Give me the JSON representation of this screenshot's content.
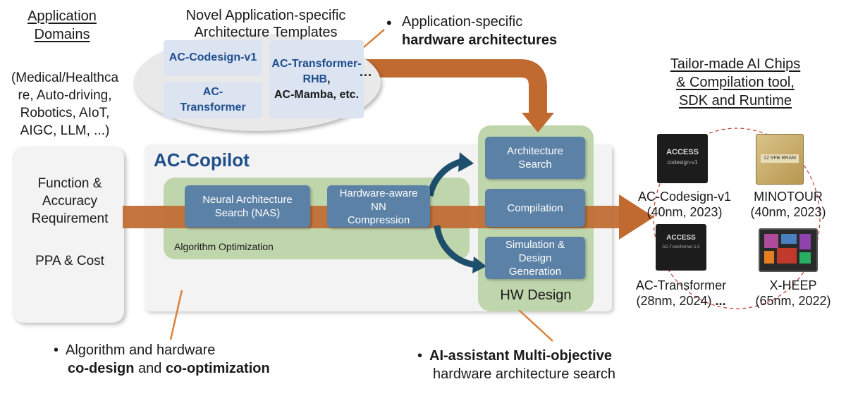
{
  "domains": {
    "title_line1": "Application",
    "title_line2": "Domains",
    "list_lines": [
      "(Medical/Healthca",
      "re, Auto-driving,",
      "Robotics, AIoT,",
      "AIGC, LLM, ...)"
    ]
  },
  "templates": {
    "title_line1": "Novel Application-specific",
    "title_line2": "Architecture Templates",
    "codesign": "AC-Codesign-v1",
    "transformer_line1": "AC-",
    "transformer_line2": "Transformer",
    "rhb_line1": "AC-Transformer-",
    "rhb_line2": "RHB",
    "rhb_comma": ",",
    "mamba": "AC-Mamba, etc.",
    "ellipsis": "..."
  },
  "hw_arch_note": {
    "line1": "Application-specific",
    "line2": "hardware architectures"
  },
  "requirements": {
    "function_line1": "Function &",
    "function_line2": "Accuracy",
    "function_line3": "Requirement",
    "ppa": "PPA & Cost"
  },
  "copilot": {
    "title": "AC-Copilot",
    "nas_line1": "Neural Architecture",
    "nas_line2": "Search (NAS)",
    "compression_line1": "Hardware-aware",
    "compression_line2": "NN",
    "compression_line3": "Compression",
    "algo_label": "Algorithm Optimization"
  },
  "hw_design": {
    "arch_search_line1": "Architecture",
    "arch_search_line2": "Search",
    "compilation": "Compilation",
    "sim_line1": "Simulation &",
    "sim_line2": "Design",
    "sim_line3": "Generation",
    "label": "HW Design"
  },
  "chips": {
    "title_line1": "Tailor-made AI Chips",
    "title_line2": "& Compilation tool,",
    "title_line3": "SDK and Runtime",
    "codesign_name": "AC-Codesign-v1",
    "codesign_meta": "(40nm, 2023)",
    "codesign_logo": "ACCESS",
    "codesign_mark": "codesign-v1",
    "minotour_name": "MINOTOUR",
    "minotour_meta": "(40nm, 2023)",
    "minotour_mark": "12 SFB RRAM",
    "transformer_name": "AC-Transformer",
    "transformer_meta": "(28nm, 2024)",
    "transformer_logo": "ACCESS",
    "transformer_mark": "AC-Transformer-1.0",
    "transformer_ellipsis": "...",
    "xheep_name": "X-HEEP",
    "xheep_meta": "(65nm, 2022)"
  },
  "bullets": {
    "codesign_line1": "Algorithm and hardware",
    "codesign_bold1": "co-design",
    "codesign_and": " and ",
    "codesign_bold2": "co-optimization",
    "ai_bold": "AI-assistant Multi-objective",
    "ai_line2": "hardware architecture search"
  },
  "colors": {
    "arrow": "#c06a30",
    "blue_box": "#5b81a6",
    "green_panel": "#bcd3a8",
    "title_blue": "#1f4e8c"
  }
}
